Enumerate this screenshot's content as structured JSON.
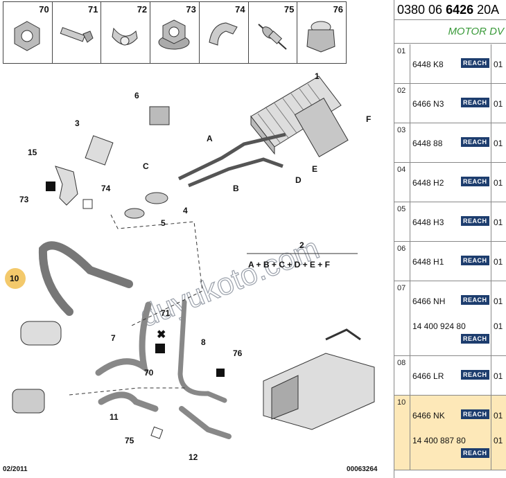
{
  "thumbnails": [
    {
      "num": "70",
      "icon": "hex-nut-icon"
    },
    {
      "num": "71",
      "icon": "bolt-icon"
    },
    {
      "num": "72",
      "icon": "hose-clip-icon"
    },
    {
      "num": "73",
      "icon": "flange-nut-icon"
    },
    {
      "num": "74",
      "icon": "bracket-clip-icon"
    },
    {
      "num": "75",
      "icon": "rivet-icon"
    },
    {
      "num": "76",
      "icon": "cap-nut-icon"
    }
  ],
  "diagram": {
    "callouts": [
      "1",
      "2",
      "3",
      "4",
      "5",
      "6",
      "7",
      "8",
      "10",
      "11",
      "12",
      "15",
      "70",
      "71",
      "73",
      "74",
      "75",
      "76"
    ],
    "letters": [
      "A",
      "B",
      "C",
      "D",
      "E",
      "F"
    ],
    "formula": "A + B + C + D + E + F",
    "highlight": "10",
    "watermark": "duyukoto.com",
    "date": "02/2011",
    "diagram_no": "00063264"
  },
  "side": {
    "header_prefix": "0380 06 ",
    "header_bold": "6426",
    "header_suffix": " 20A",
    "engine": "MOTOR DV",
    "badge": "REACH",
    "rows": [
      {
        "idx": "01",
        "ref": "6448 K8",
        "qty": "01",
        "selected": false
      },
      {
        "idx": "02",
        "ref": "6466 N3",
        "qty": "01",
        "selected": false
      },
      {
        "idx": "03",
        "ref": "6448 88",
        "qty": "01",
        "selected": false
      },
      {
        "idx": "04",
        "ref": "6448 H2",
        "qty": "01",
        "selected": false
      },
      {
        "idx": "05",
        "ref": "6448 H3",
        "qty": "01",
        "selected": false
      },
      {
        "idx": "06",
        "ref": "6448 H1",
        "qty": "01",
        "selected": false
      },
      {
        "idx": "07",
        "ref": "6466 NH",
        "qty": "01",
        "ref2": "14 400 924 80",
        "qty2": "01",
        "selected": false
      },
      {
        "idx": "08",
        "ref": "6466 LR",
        "qty": "01",
        "selected": false
      },
      {
        "idx": "10",
        "ref": "6466 NK",
        "qty": "01",
        "ref2": "14 400 887 80",
        "qty2": "01",
        "selected": true
      }
    ]
  }
}
